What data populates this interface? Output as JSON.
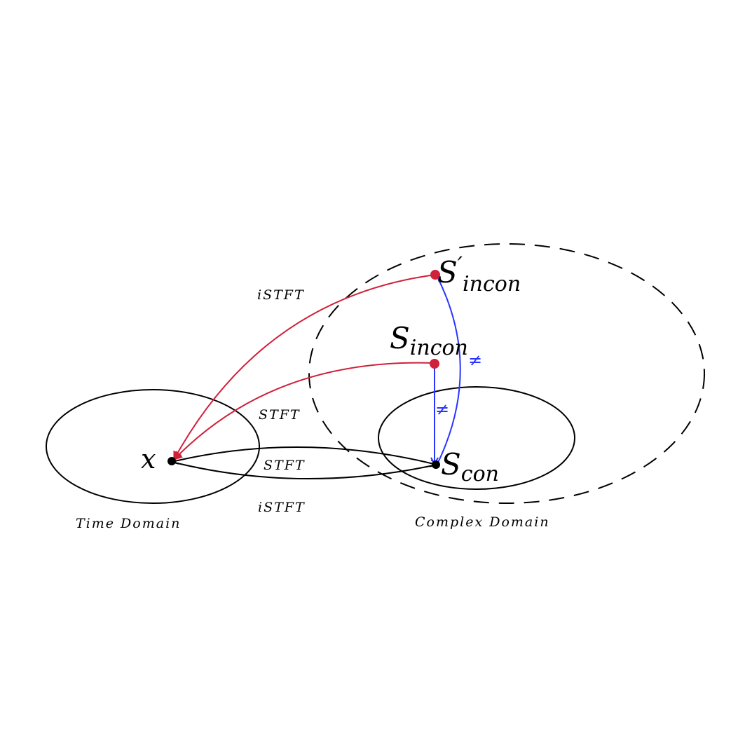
{
  "diagram": {
    "nodes": {
      "x": {
        "base": "x",
        "sub": ""
      },
      "s_con": {
        "base": "S",
        "sub": "con"
      },
      "s_incon": {
        "base": "S",
        "sub": "incon"
      },
      "s_incon_prime": {
        "base": "S",
        "prime": "′",
        "sub": "incon"
      }
    },
    "regions": {
      "time_domain": "Time Domain",
      "complex_domain": "Complex Domain"
    },
    "edge_labels": {
      "istft_top": "iSTFT",
      "stft_mid": "STFT",
      "stft_between": "STFT",
      "istft_bottom": "iSTFT",
      "neq_inner": "≠",
      "neq_outer": "≠"
    },
    "colors": {
      "red": "#d0203a",
      "blue": "#2b35ff",
      "black": "#000000"
    }
  }
}
